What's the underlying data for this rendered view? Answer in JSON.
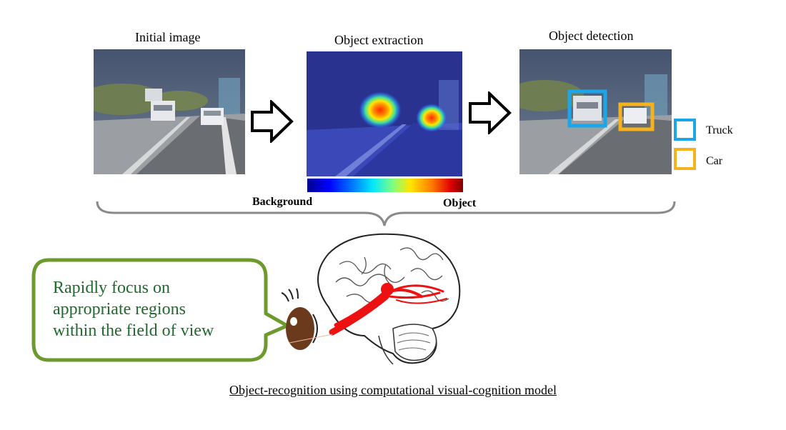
{
  "stages": {
    "initial_title": "Initial image",
    "extraction_title": "Object extraction",
    "detection_title": "Object detection"
  },
  "colorbar": {
    "left_label": "Background",
    "right_label": "Object"
  },
  "legend": [
    {
      "label": "Truck",
      "color": "#1aa6e8"
    },
    {
      "label": "Car",
      "color": "#f4b21c"
    }
  ],
  "bubble": {
    "lines": [
      "Rapidly focus on",
      "appropriate regions",
      "within the field of view"
    ],
    "border_color": "#6d9a2c"
  },
  "caption": "Object-recognition using computational visual-cognition model"
}
